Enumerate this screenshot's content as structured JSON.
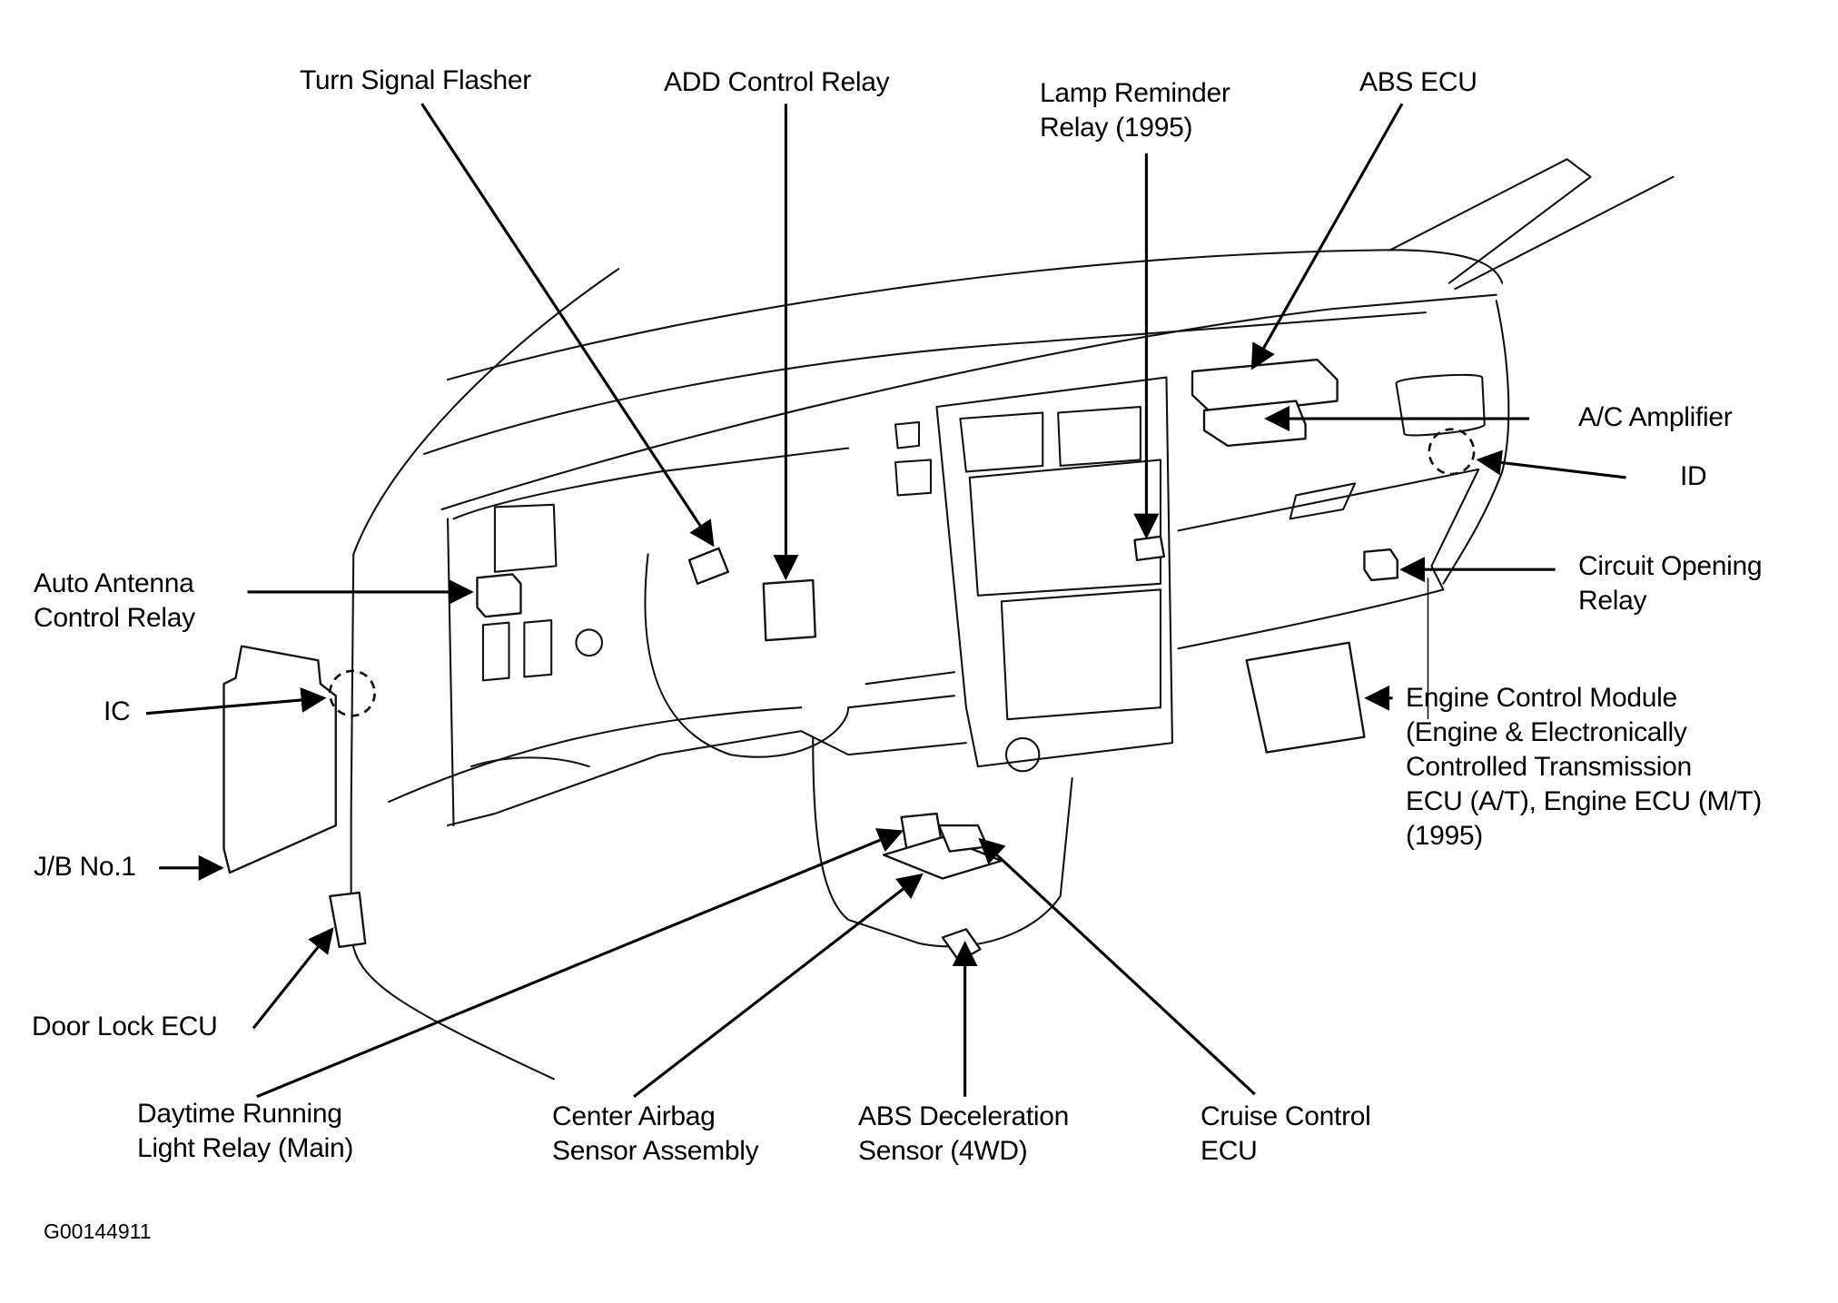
{
  "diagram": {
    "figure_code": "G00144911",
    "labels": {
      "turn_signal_flasher": "Turn Signal Flasher",
      "add_control_relay": "ADD Control Relay",
      "lamp_reminder_relay": "Lamp Reminder\nRelay (1995)",
      "abs_ecu": "ABS ECU",
      "ac_amplifier": "A/C Amplifier",
      "id": "ID",
      "circuit_opening_relay": "Circuit Opening\nRelay",
      "engine_control_module": "Engine Control Module\n(Engine & Electronically\nControlled Transmission\nECU (A/T), Engine ECU (M/T)\n(1995)",
      "auto_antenna_relay": "Auto Antenna\nControl Relay",
      "ic": "IC",
      "jb_no1": "J/B No.1",
      "door_lock_ecu": "Door Lock ECU",
      "drl_relay": "Daytime Running\nLight Relay (Main)",
      "center_airbag_sensor": "Center Airbag\nSensor Assembly",
      "abs_decel_sensor": "ABS Deceleration\nSensor (4WD)",
      "cruise_control_ecu": "Cruise Control\nECU"
    }
  }
}
